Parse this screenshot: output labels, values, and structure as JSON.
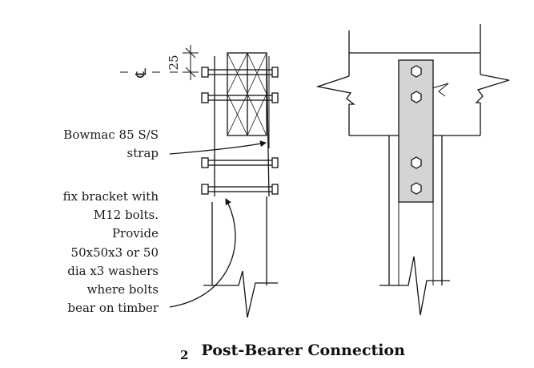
{
  "labels": {
    "strap_note": [
      "Bowmac 85 S/S",
      "strap"
    ],
    "bracket_note": [
      "fix bracket with",
      "M12 bolts.",
      "Provide",
      "50x50x3 or 50",
      "dia x3 washers",
      "where bolts",
      "bear on timber"
    ],
    "dimension": "25",
    "centerline_symbol": "℄"
  },
  "caption": {
    "number": "2",
    "title": "Post-Bearer Connection"
  },
  "colors": {
    "line": "#111111",
    "plate_fill": "#d4d4d4"
  }
}
